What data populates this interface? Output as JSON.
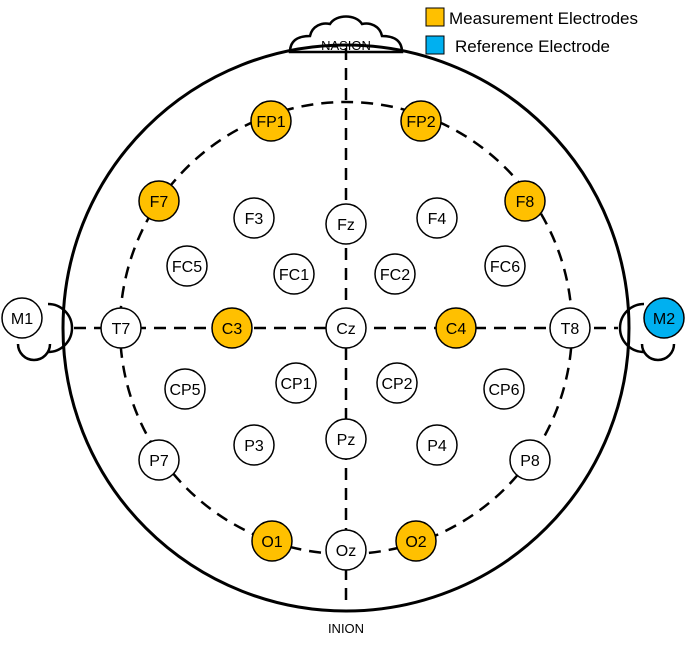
{
  "colors": {
    "measurement": "#FFC000",
    "reference": "#00B0F0",
    "normal": "#FFFFFF",
    "stroke": "#000000"
  },
  "legend": {
    "measurement_label": "Measurement Electrodes",
    "reference_label": "Reference Electrode"
  },
  "landmarks": {
    "nasion": "NASION",
    "inion": "INION"
  },
  "electrodes": [
    {
      "id": "FP1",
      "label": "FP1",
      "type": "measurement"
    },
    {
      "id": "FP2",
      "label": "FP2",
      "type": "measurement"
    },
    {
      "id": "F7",
      "label": "F7",
      "type": "measurement"
    },
    {
      "id": "F3",
      "label": "F3",
      "type": "normal"
    },
    {
      "id": "Fz",
      "label": "Fz",
      "type": "normal"
    },
    {
      "id": "F4",
      "label": "F4",
      "type": "normal"
    },
    {
      "id": "F8",
      "label": "F8",
      "type": "measurement"
    },
    {
      "id": "FC5",
      "label": "FC5",
      "type": "normal"
    },
    {
      "id": "FC1",
      "label": "FC1",
      "type": "normal"
    },
    {
      "id": "FC2",
      "label": "FC2",
      "type": "normal"
    },
    {
      "id": "FC6",
      "label": "FC6",
      "type": "normal"
    },
    {
      "id": "M1",
      "label": "M1",
      "type": "normal"
    },
    {
      "id": "T7",
      "label": "T7",
      "type": "normal"
    },
    {
      "id": "C3",
      "label": "C3",
      "type": "measurement"
    },
    {
      "id": "Cz",
      "label": "Cz",
      "type": "normal"
    },
    {
      "id": "C4",
      "label": "C4",
      "type": "measurement"
    },
    {
      "id": "T8",
      "label": "T8",
      "type": "normal"
    },
    {
      "id": "M2",
      "label": "M2",
      "type": "reference"
    },
    {
      "id": "CP5",
      "label": "CP5",
      "type": "normal"
    },
    {
      "id": "CP1",
      "label": "CP1",
      "type": "normal"
    },
    {
      "id": "CP2",
      "label": "CP2",
      "type": "normal"
    },
    {
      "id": "CP6",
      "label": "CP6",
      "type": "normal"
    },
    {
      "id": "P7",
      "label": "P7",
      "type": "normal"
    },
    {
      "id": "P3",
      "label": "P3",
      "type": "normal"
    },
    {
      "id": "Pz",
      "label": "Pz",
      "type": "normal"
    },
    {
      "id": "P4",
      "label": "P4",
      "type": "normal"
    },
    {
      "id": "P8",
      "label": "P8",
      "type": "normal"
    },
    {
      "id": "O1",
      "label": "O1",
      "type": "measurement"
    },
    {
      "id": "Oz",
      "label": "Oz",
      "type": "normal"
    },
    {
      "id": "O2",
      "label": "O2",
      "type": "measurement"
    }
  ]
}
